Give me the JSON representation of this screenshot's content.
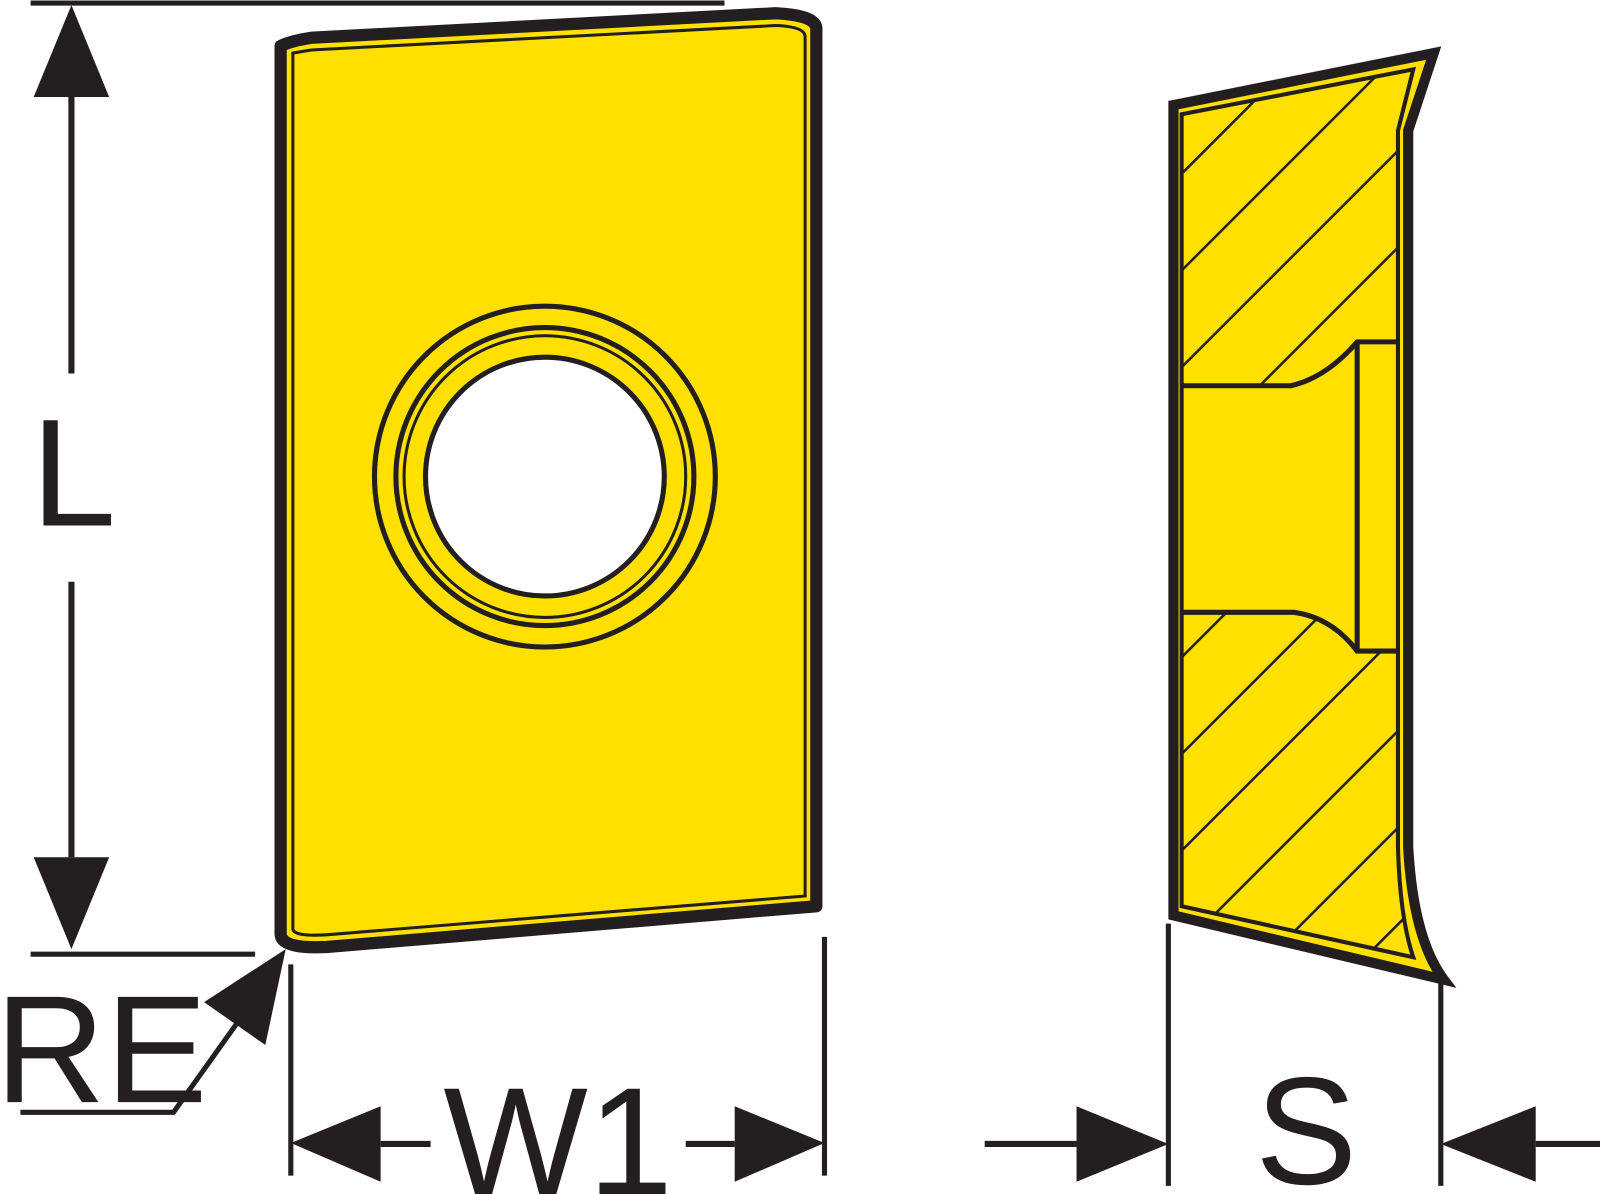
{
  "labels": {
    "length": "L",
    "corner_radius": "RE",
    "width": "W1",
    "thickness": "S"
  },
  "colors": {
    "insert_fill": "#FFE000",
    "line": "#231F20",
    "background": "#FFFFFF"
  }
}
